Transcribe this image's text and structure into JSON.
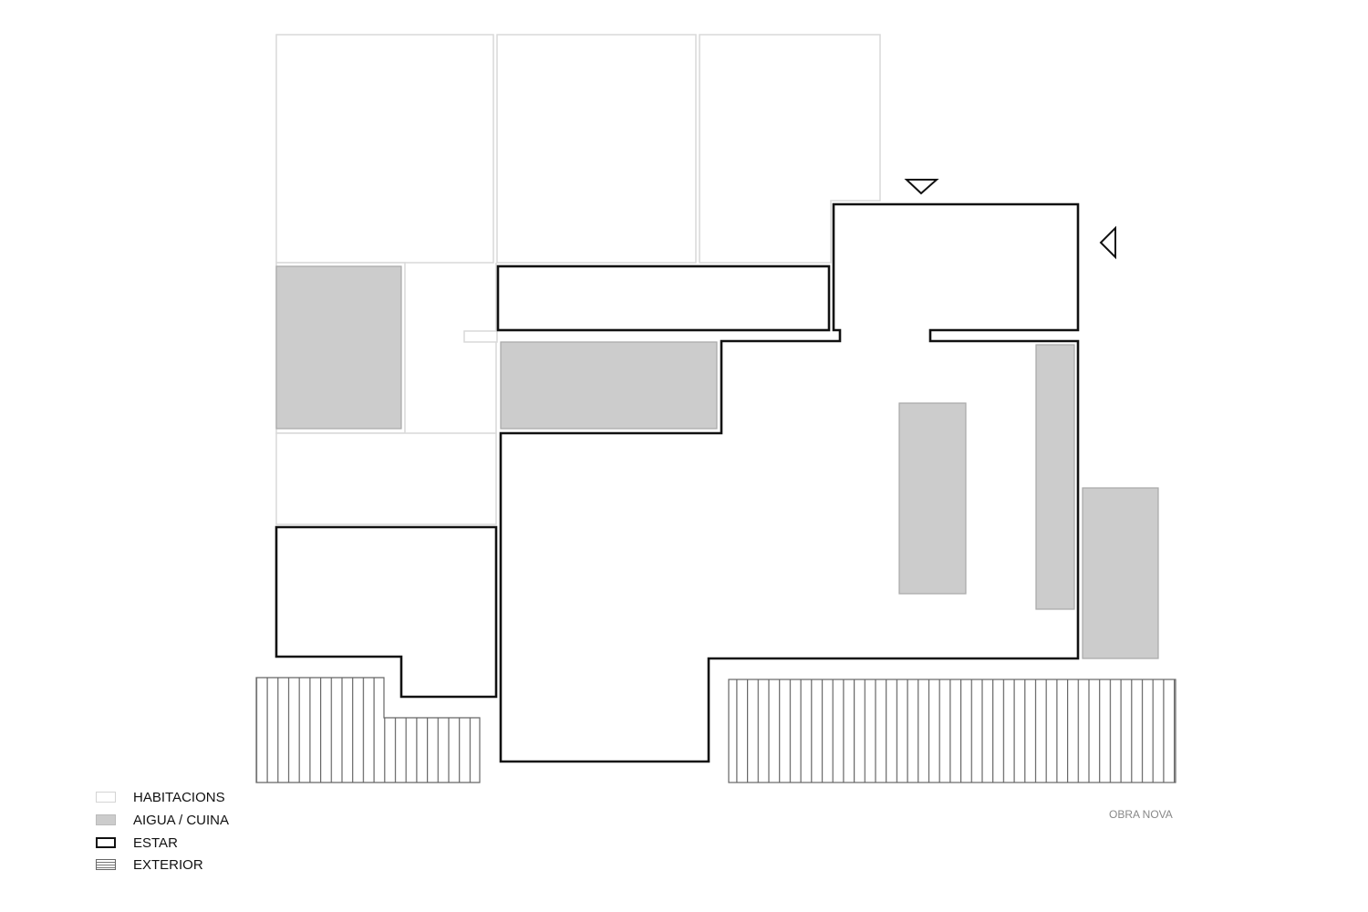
{
  "legend": [
    {
      "label": "HABITACIONS",
      "key": "habitacions"
    },
    {
      "label": "AIGUA / CUINA",
      "key": "aigua_cuina"
    },
    {
      "label": "ESTAR",
      "key": "estar"
    },
    {
      "label": "EXTERIOR",
      "key": "exterior"
    }
  ],
  "note": "OBRA NOVA",
  "colors": {
    "habitacions_stroke": "#d9d9d9",
    "aigua_fill": "#cccccc",
    "estar_stroke": "#111111",
    "exterior_stroke": "#666666"
  }
}
